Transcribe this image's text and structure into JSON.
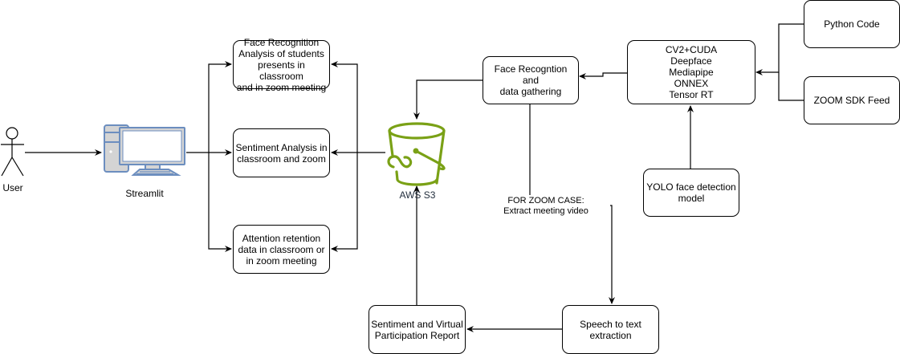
{
  "diagram": {
    "actor": {
      "label": "User",
      "icon": "stick-figure-icon"
    },
    "client": {
      "label": "Streamlit",
      "icon": "desktop-computer-icon",
      "colors": {
        "fill": "#d4d4d4",
        "stroke": "#6c8ebf"
      }
    },
    "storage": {
      "label": "AWS S3",
      "icon": "s3-bucket-icon",
      "colors": {
        "stroke": "#7aa116",
        "text": "#232f3e"
      }
    },
    "outputs": [
      {
        "id": "face-analysis",
        "label": "Face Recognition\nAnalysis of students\npresents in classroom\nand in zoom meeting"
      },
      {
        "id": "sentiment-analysis",
        "label": "Sentiment Analysis in\nclassroom and zoom"
      },
      {
        "id": "attention-retention",
        "label": "Attention retention\ndata in classroom or\nin zoom meeting"
      }
    ],
    "pipeline": {
      "face_gathering": "Face Recogntion and\ndata gathering",
      "libraries": "CV2+CUDA\nDeepface\nMediapipe\nONNEX\nTensor RT",
      "python_code": "Python Code",
      "zoom_sdk": "ZOOM SDK Feed",
      "yolo": "YOLO face detection\nmodel",
      "speech_to_text": "Speech to text\nextraction",
      "report": "Sentiment and Virtual\nParticipation Report"
    },
    "edge_labels": {
      "zoom_case": "FOR ZOOM CASE:\nExtract meeting video"
    },
    "line_color": "#000000"
  }
}
